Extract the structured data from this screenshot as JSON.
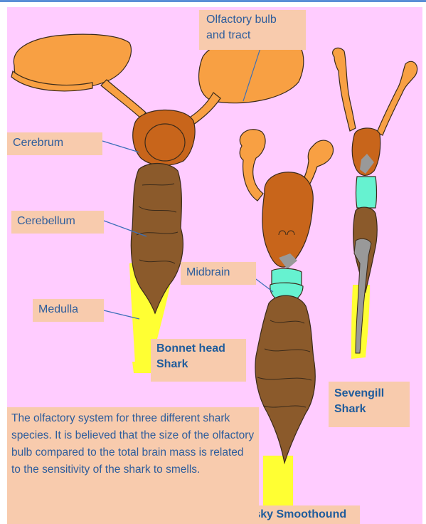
{
  "labels": {
    "olfactory_bulb": "Olfactory bulb\nand tract",
    "cerebrum": "Cerebrum",
    "cerebellum": "Cerebellum",
    "midbrain": "Midbrain",
    "medulla": "Medulla"
  },
  "species": {
    "bonnethead": "Bonnet head\nShark",
    "sevengill": "Sevengill\nShark",
    "dusky": "Dusky Smoothound"
  },
  "caption": "The olfactory system for three different shark species. It is believed that the size of the olfactory bulb compared to the total brain mass is related to the sensitivity of the shark to smells.",
  "colors": {
    "background": "#ffccff",
    "olfactory": "#f8a043",
    "cerebrum": "#c8651b",
    "cerebellum": "#8b5a2b",
    "midbrain": "#66f2d0",
    "medulla": "#ffff33",
    "label_box": "#f8cbad",
    "label_text": "#2e5d9c"
  }
}
